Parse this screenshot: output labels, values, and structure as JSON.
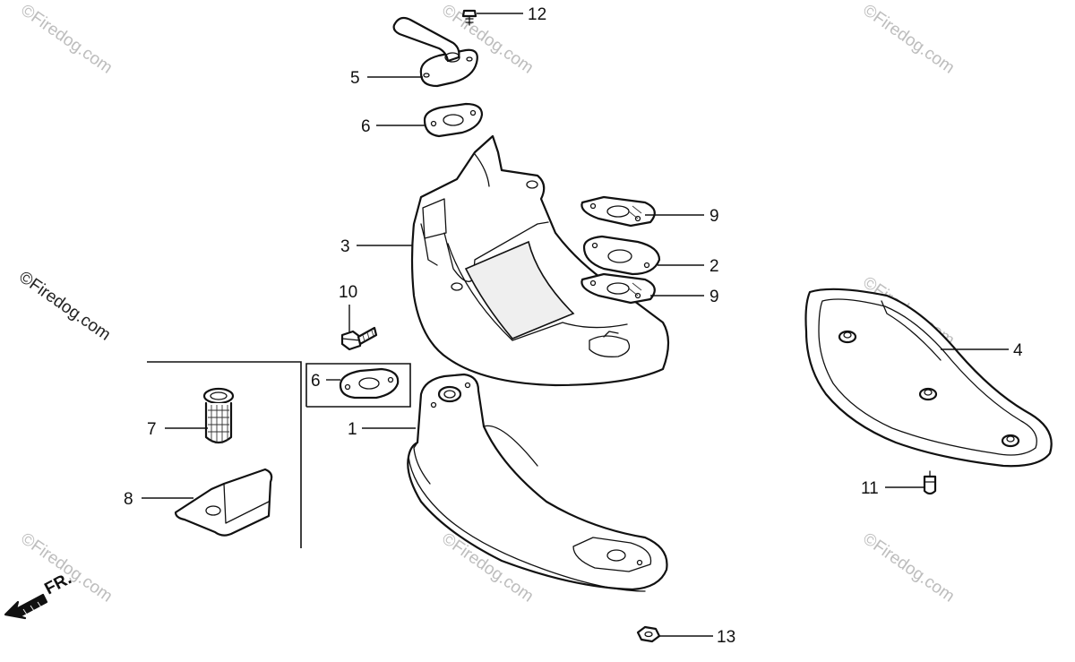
{
  "diagram": {
    "callouts": [
      "1",
      "2",
      "3",
      "4",
      "5",
      "6",
      "6",
      "7",
      "8",
      "9",
      "9",
      "10",
      "11",
      "12",
      "13"
    ],
    "direction_label": "FR.",
    "watermark_text": "©Firedog.com",
    "colors": {
      "ink": "#111111",
      "watermark": "#bdbdbd"
    }
  }
}
